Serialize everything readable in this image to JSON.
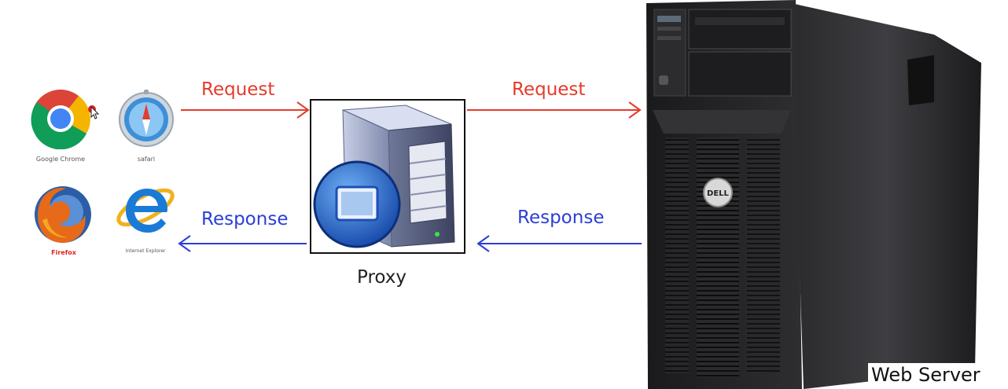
{
  "browsers": [
    {
      "name": "Google Chrome",
      "icon": "chrome-icon"
    },
    {
      "name": "safari",
      "icon": "safari-icon"
    },
    {
      "name": "Firefox",
      "icon": "firefox-icon"
    },
    {
      "name": "Internet Explorer",
      "icon": "internet-explorer-icon"
    }
  ],
  "arrows": {
    "request_left": "Request",
    "request_right": "Request",
    "response_left": "Response",
    "response_right": "Response"
  },
  "proxy": {
    "label": "Proxy",
    "icon": "proxy-server-icon"
  },
  "server": {
    "label": "Web Server",
    "icon": "tower-server-icon",
    "brand": "DELL"
  },
  "colors": {
    "request": "#e53b2c",
    "response": "#2b3fd6"
  }
}
